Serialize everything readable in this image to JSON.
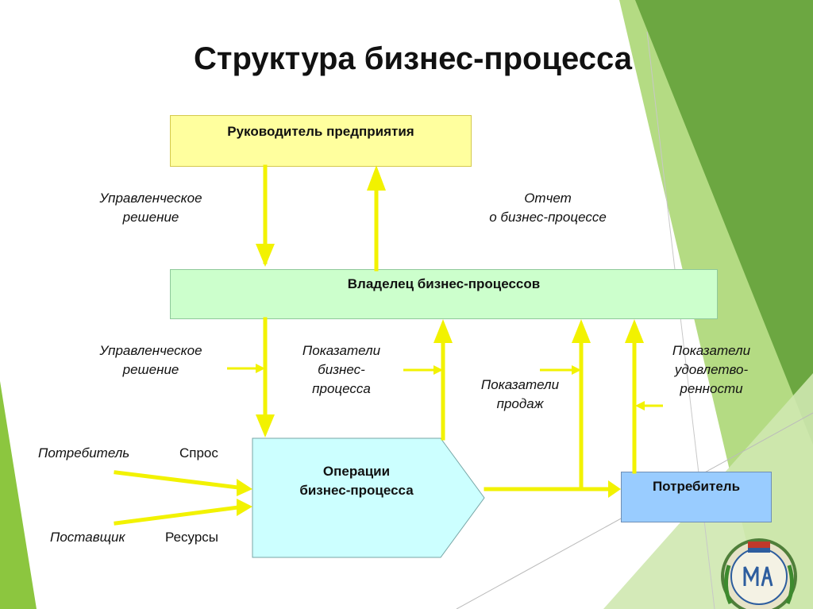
{
  "title": "Структура бизнес-процесса",
  "boxes": {
    "manager": "Руководитель предприятия",
    "owner": "Владелец бизнес-процессов",
    "operations": [
      "Операции",
      "бизнес-процесса"
    ],
    "consumer": "Потребитель"
  },
  "labels": {
    "decision_top": [
      "Управленческое",
      "решение"
    ],
    "report": [
      "Отчет",
      "о бизнес-процессе"
    ],
    "decision_mid": [
      "Управленческое",
      "решение"
    ],
    "process_metrics": [
      "Показатели",
      "бизнес-",
      "процесса"
    ],
    "sales_metrics": [
      "Показатели",
      "продаж"
    ],
    "satisfaction_metrics": [
      "Показатели",
      "удовлетво-",
      "ренности"
    ],
    "consumer_input": "Потребитель",
    "demand": "Спрос",
    "supplier": "Поставщик",
    "resources": "Ресурсы"
  },
  "colors": {
    "arrow": "#f2f200",
    "manager_fill": "#ffff9e",
    "owner_fill": "#ccffcc",
    "operations_fill": "#ccffff",
    "consumer_fill": "#99ccff",
    "green_dark": "#5f9e36",
    "green_light": "#8cc63f"
  },
  "icons": [
    "university-emblem-icon"
  ]
}
